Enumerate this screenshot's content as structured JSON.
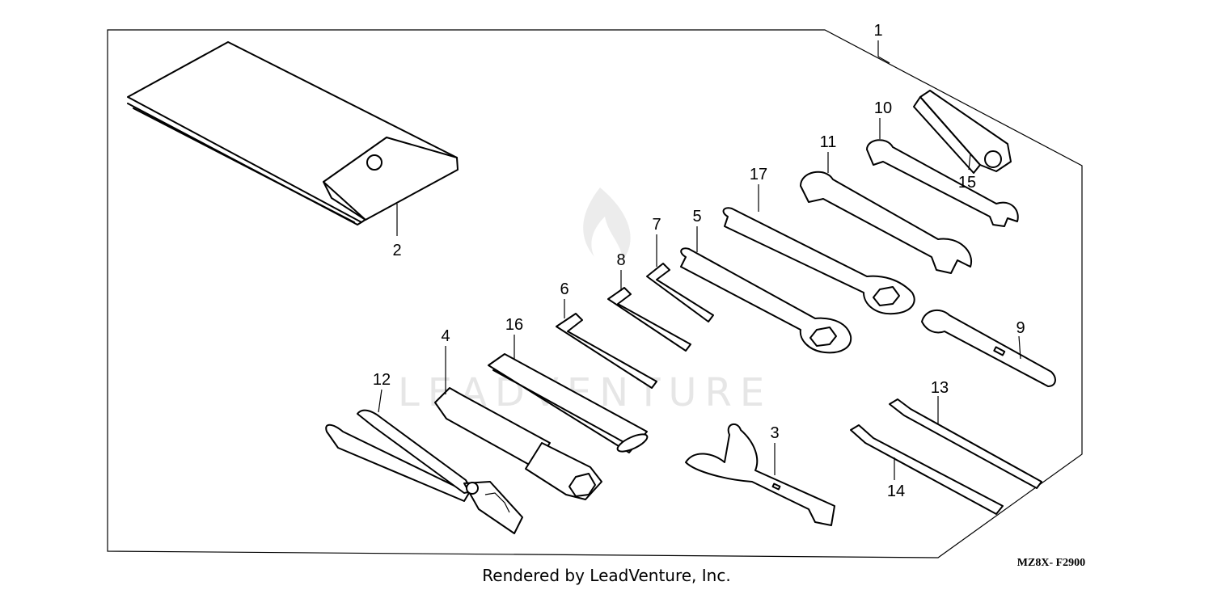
{
  "diagram": {
    "callouts": [
      "1",
      "2",
      "3",
      "4",
      "5",
      "6",
      "7",
      "8",
      "9",
      "10",
      "11",
      "12",
      "13",
      "14",
      "15",
      "16",
      "17"
    ],
    "figure_code": "MZ8X- F2900",
    "credit": "Rendered by LeadVenture, Inc.",
    "watermark": "LEADVENTURE"
  }
}
